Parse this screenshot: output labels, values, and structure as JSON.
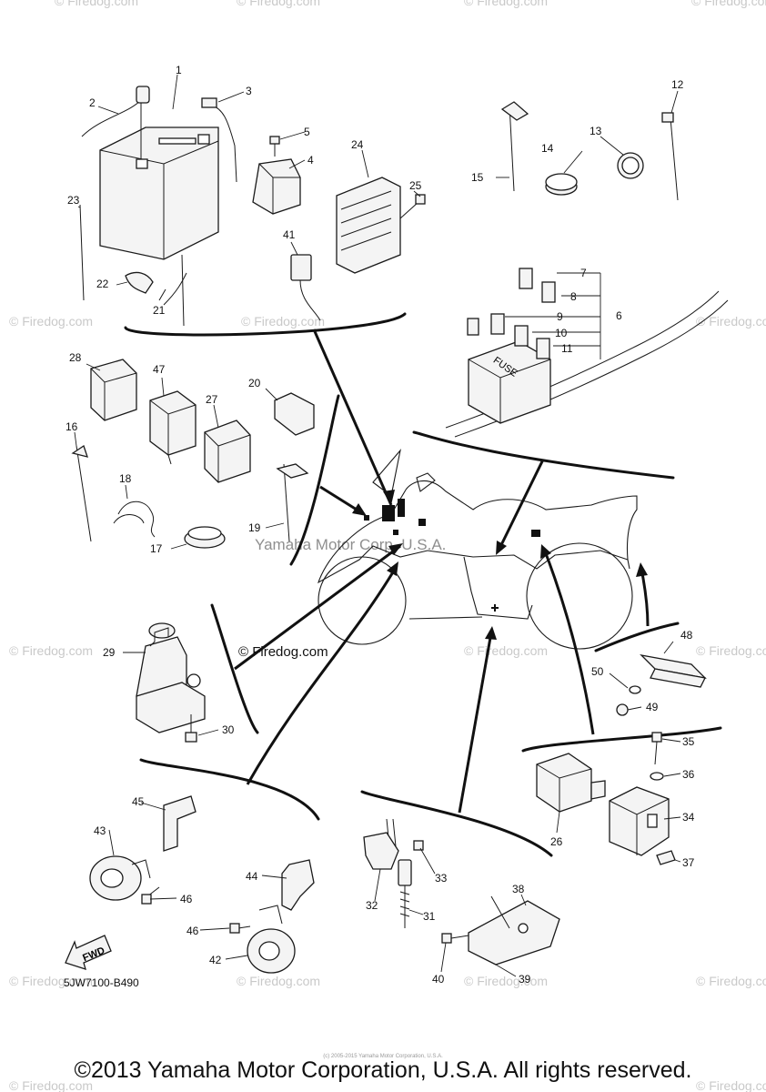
{
  "diagram_code": "5JW7100-B490",
  "copyright": "©2013 Yamaha Motor Corporation, U.S.A. All rights reserved.",
  "small_credit": "(c) 2005-2015 Yamaha Motor Corporation, U.S.A.",
  "watermarks": {
    "site": "© Firedog.com",
    "center": "Yamaha Motor Corp. U.S.A."
  },
  "fwd_label": "FWD",
  "fuse_label": "FUSE",
  "part_numbers": {
    "p1": "1",
    "p2": "2",
    "p3": "3",
    "p4": "4",
    "p5": "5",
    "p6": "6",
    "p7": "7",
    "p8": "8",
    "p9": "9",
    "p10": "10",
    "p11": "11",
    "p12": "12",
    "p13": "13",
    "p14": "14",
    "p15": "15",
    "p16": "16",
    "p17": "17",
    "p18": "18",
    "p19": "19",
    "p20": "20",
    "p21": "21",
    "p22": "22",
    "p23": "23",
    "p24": "24",
    "p25": "25",
    "p26": "26",
    "p27": "27",
    "p28": "28",
    "p29": "29",
    "p30": "30",
    "p31": "31",
    "p32": "32",
    "p33": "33",
    "p34": "34",
    "p35": "35",
    "p36": "36",
    "p37": "37",
    "p38": "38",
    "p39": "39",
    "p40": "40",
    "p41": "41",
    "p42": "42",
    "p43": "43",
    "p44": "44",
    "p45": "45",
    "p46a": "46",
    "p46b": "46",
    "p47": "47",
    "p48": "48",
    "p49": "49",
    "p50": "50"
  },
  "colors": {
    "line": "#111111",
    "watermark": "#c9c9c9",
    "background": "#ffffff"
  }
}
